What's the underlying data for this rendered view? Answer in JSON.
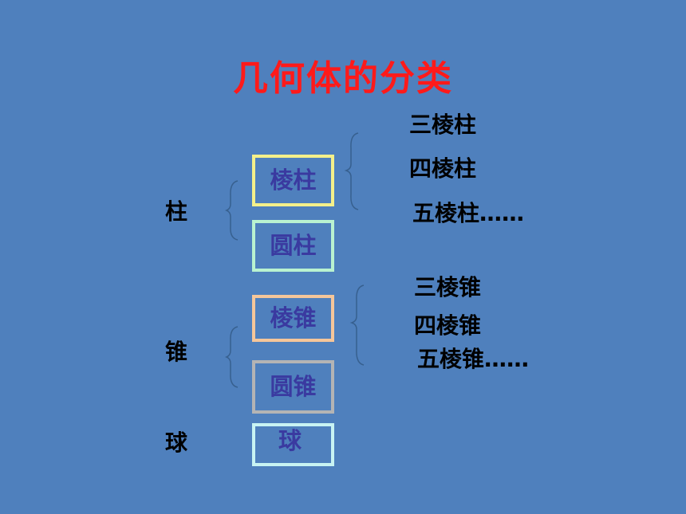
{
  "title": "几何体的分类",
  "categories": {
    "zhu": "柱",
    "zhui": "锥",
    "qiu": "球"
  },
  "boxes": {
    "lengzhu": "棱柱",
    "yuanzhu": "圆柱",
    "lengzhui": "棱锥",
    "yuanzhui": "圆锥",
    "qiu": "球"
  },
  "prisms": [
    "三棱柱",
    "四棱柱",
    "五棱柱……"
  ],
  "pyramids": [
    "三棱锥",
    "四棱锥",
    "五棱锥……"
  ],
  "colors": {
    "background": "#4f80bd",
    "title": "#ff1a1a",
    "box_text": "#3a3aa0",
    "lengzhu_border": "#f4f08a",
    "yuanzhu_border": "#b9f2d0",
    "lengzhui_border": "#f5c69a",
    "yuanzhui_border": "#b4b4b4",
    "qiu_border": "#c8f3f3"
  }
}
